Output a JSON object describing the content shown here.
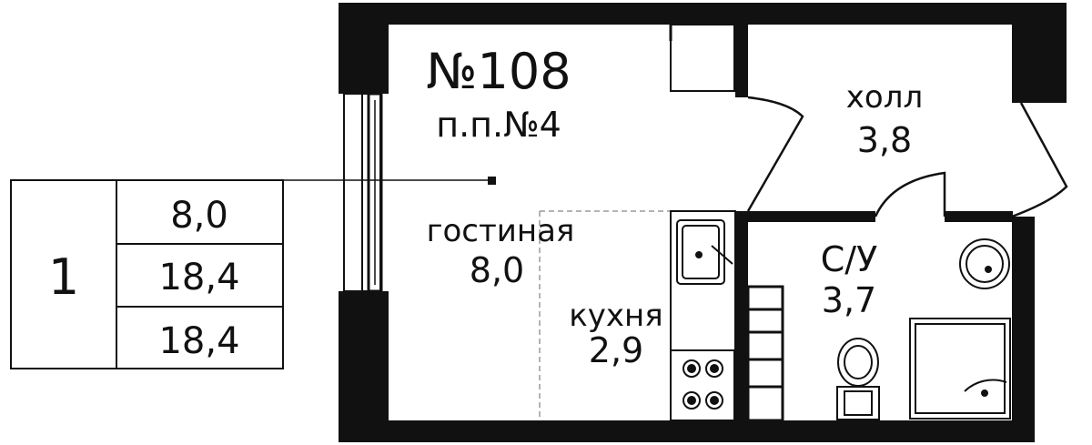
{
  "apartment": {
    "number": "№108",
    "plan_number": "п.п.№4"
  },
  "summary_table": {
    "rooms": "1",
    "living_area": "8,0",
    "total_area": "18,4",
    "total_area_with_balcony": "18,4"
  },
  "rooms": {
    "living_room": {
      "name": "гостиная",
      "area": "8,0"
    },
    "kitchen": {
      "name": "кухня",
      "area": "2,9"
    },
    "hall": {
      "name": "холл",
      "area": "3,8"
    },
    "bathroom": {
      "name": "С/У",
      "area": "3,7"
    }
  },
  "colors": {
    "wall": "#111111",
    "background": "#ffffff",
    "dashed": "#9a9a9a"
  }
}
